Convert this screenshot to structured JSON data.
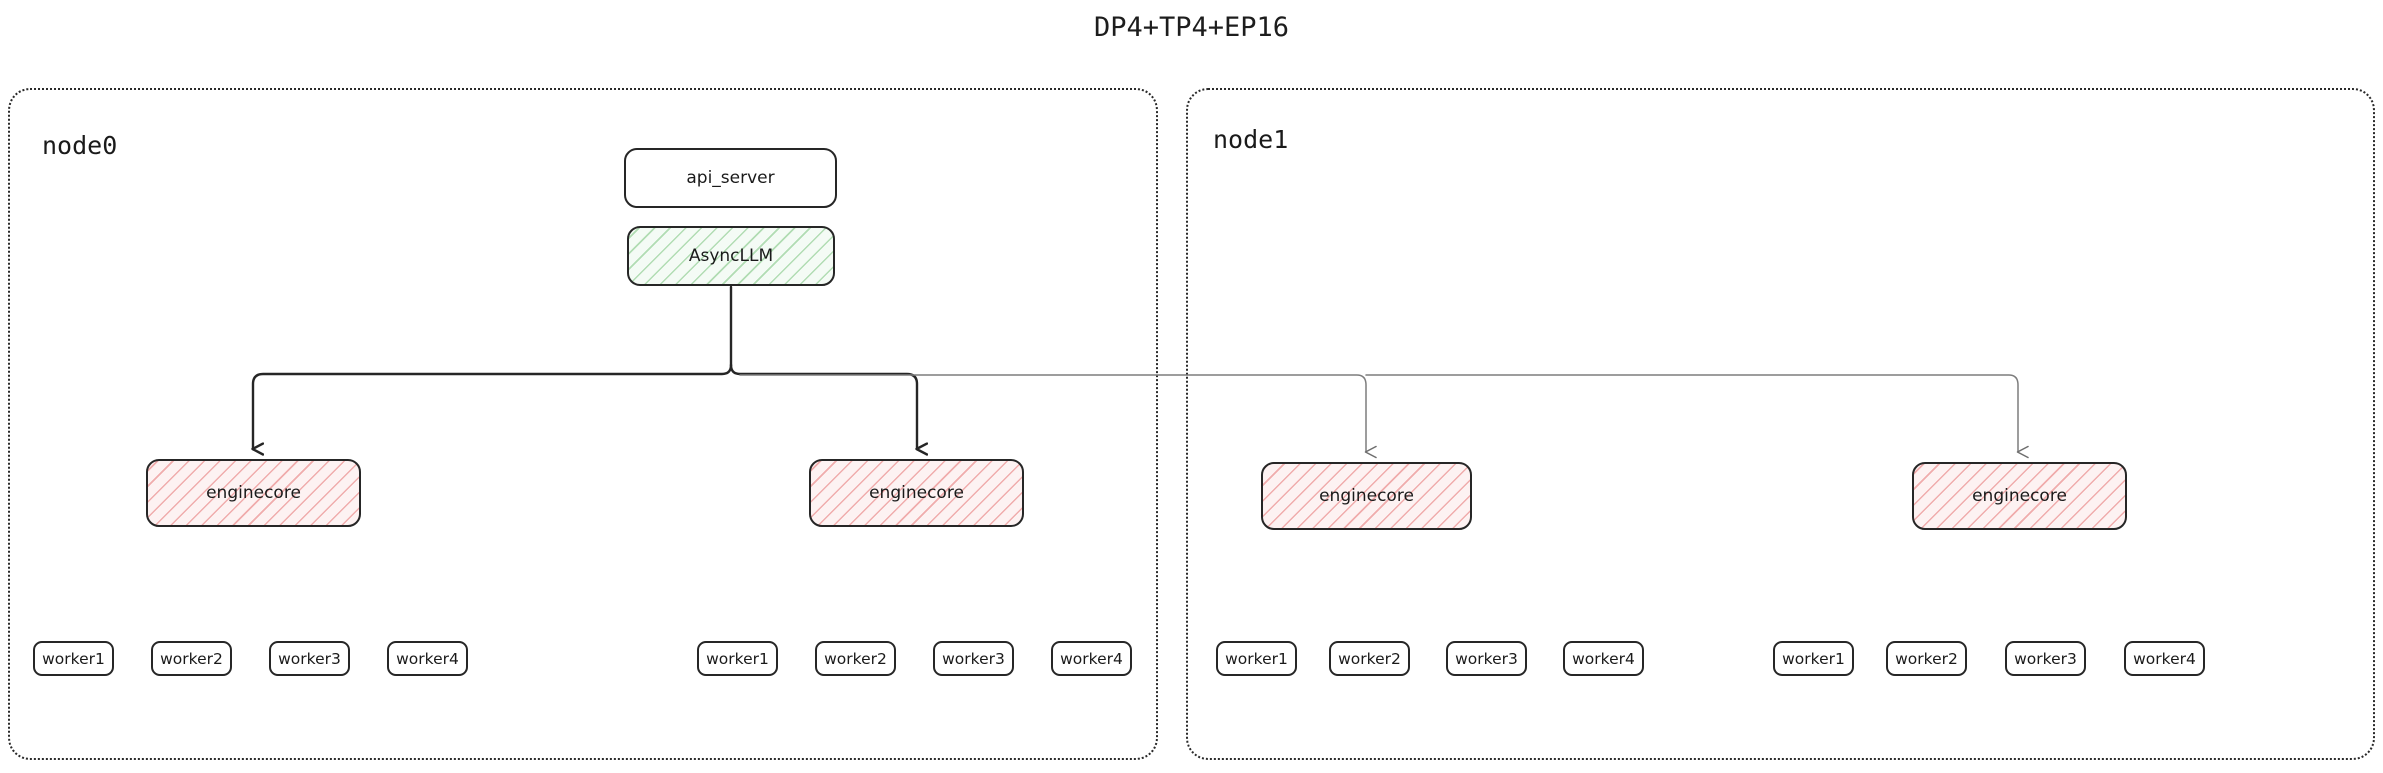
{
  "title": "DP4+TP4+EP16",
  "colors": {
    "stroke_dark": "#262626",
    "stroke_light": "#8a8a8a",
    "node_border": "#2a2a2a",
    "async_hatch": "#4caf50",
    "engine_hatch": "#e57373",
    "text": "#1a1a1a",
    "background": "#ffffff"
  },
  "nodes": [
    {
      "id": "node0",
      "label": "node0",
      "api_server": {
        "label": "api_server"
      },
      "async_llm": {
        "label": "AsyncLLM"
      },
      "enginecores": [
        {
          "label": "enginecore"
        },
        {
          "label": "enginecore"
        }
      ],
      "worker_groups": [
        {
          "workers": [
            "worker1",
            "worker2",
            "worker3",
            "worker4"
          ]
        },
        {
          "workers": [
            "worker1",
            "worker2",
            "worker3",
            "worker4"
          ]
        }
      ]
    },
    {
      "id": "node1",
      "label": "node1",
      "enginecores": [
        {
          "label": "enginecore"
        },
        {
          "label": "enginecore"
        }
      ],
      "worker_groups": [
        {
          "workers": [
            "worker1",
            "worker2",
            "worker3",
            "worker4"
          ]
        },
        {
          "workers": [
            "worker1",
            "worker2",
            "worker3",
            "worker4"
          ]
        }
      ]
    }
  ],
  "chart_data": {
    "type": "diagram",
    "title": "DP4+TP4+EP16",
    "description": "Two-node deployment topology: node0 hosts api_server and AsyncLLM which fan out to four enginecore processes (two on node0, two on node1); each enginecore has four workers.",
    "containers": [
      "node0",
      "node1"
    ],
    "components": [
      {
        "name": "api_server",
        "node": "node0",
        "style": "plain"
      },
      {
        "name": "AsyncLLM",
        "node": "node0",
        "style": "green-hatched"
      },
      {
        "name": "enginecore",
        "node": "node0",
        "index": 0,
        "style": "red-hatched"
      },
      {
        "name": "enginecore",
        "node": "node0",
        "index": 1,
        "style": "red-hatched"
      },
      {
        "name": "enginecore",
        "node": "node1",
        "index": 2,
        "style": "red-hatched"
      },
      {
        "name": "enginecore",
        "node": "node1",
        "index": 3,
        "style": "red-hatched"
      }
    ],
    "edges": [
      {
        "from": "AsyncLLM",
        "to": "enginecore-0",
        "weight": "bold"
      },
      {
        "from": "AsyncLLM",
        "to": "enginecore-1",
        "weight": "bold"
      },
      {
        "from": "AsyncLLM",
        "to": "enginecore-2",
        "weight": "light"
      },
      {
        "from": "AsyncLLM",
        "to": "enginecore-3",
        "weight": "light"
      }
    ],
    "workers_per_enginecore": 4,
    "worker_labels": [
      "worker1",
      "worker2",
      "worker3",
      "worker4"
    ]
  }
}
